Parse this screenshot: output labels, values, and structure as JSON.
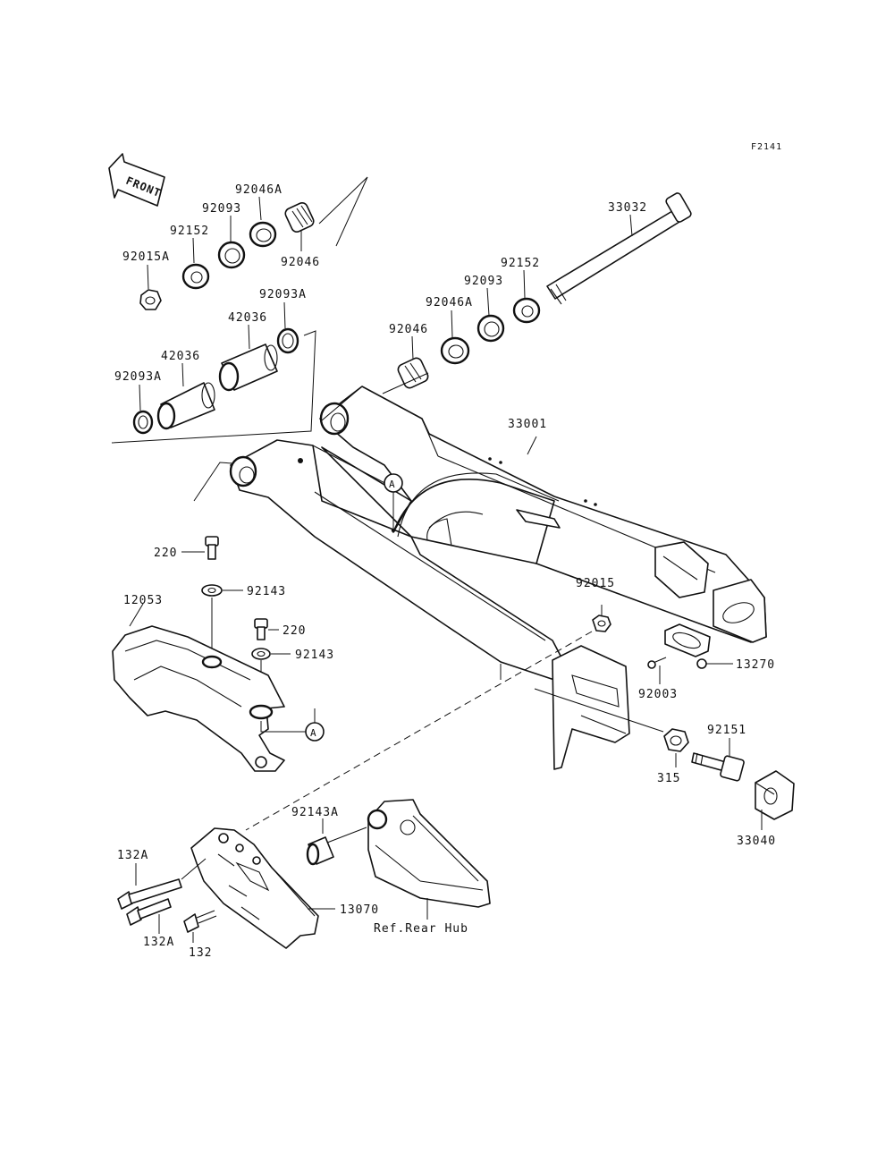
{
  "figure_code": "F2141",
  "front_label": "FRONT",
  "reference_marker": "A",
  "callouts": [
    {
      "id": "92046A-top",
      "text": "92046A"
    },
    {
      "id": "92093-top",
      "text": "92093"
    },
    {
      "id": "92152-top",
      "text": "92152"
    },
    {
      "id": "92015A",
      "text": "92015A"
    },
    {
      "id": "92046-top",
      "text": "92046"
    },
    {
      "id": "33032",
      "text": "33032"
    },
    {
      "id": "92152-right",
      "text": "92152"
    },
    {
      "id": "92093-right",
      "text": "92093"
    },
    {
      "id": "92046A-right",
      "text": "92046A"
    },
    {
      "id": "92093A-mid",
      "text": "92093A"
    },
    {
      "id": "42036-mid",
      "text": "42036"
    },
    {
      "id": "92046-mid",
      "text": "92046"
    },
    {
      "id": "42036-left",
      "text": "42036"
    },
    {
      "id": "92093A-left",
      "text": "92093A"
    },
    {
      "id": "33001",
      "text": "33001"
    },
    {
      "id": "220-top",
      "text": "220"
    },
    {
      "id": "92143-top",
      "text": "92143"
    },
    {
      "id": "12053",
      "text": "12053"
    },
    {
      "id": "220-low",
      "text": "220"
    },
    {
      "id": "92143-low",
      "text": "92143"
    },
    {
      "id": "92015",
      "text": "92015"
    },
    {
      "id": "13270",
      "text": "13270"
    },
    {
      "id": "92003",
      "text": "92003"
    },
    {
      "id": "92151",
      "text": "92151"
    },
    {
      "id": "315",
      "text": "315"
    },
    {
      "id": "33040",
      "text": "33040"
    },
    {
      "id": "92143A",
      "text": "92143A"
    },
    {
      "id": "132A-top",
      "text": "132A"
    },
    {
      "id": "13070",
      "text": "13070"
    },
    {
      "id": "ref-rear-hub",
      "text": "Ref.Rear Hub"
    },
    {
      "id": "132A-low",
      "text": "132A"
    },
    {
      "id": "132",
      "text": "132"
    }
  ]
}
